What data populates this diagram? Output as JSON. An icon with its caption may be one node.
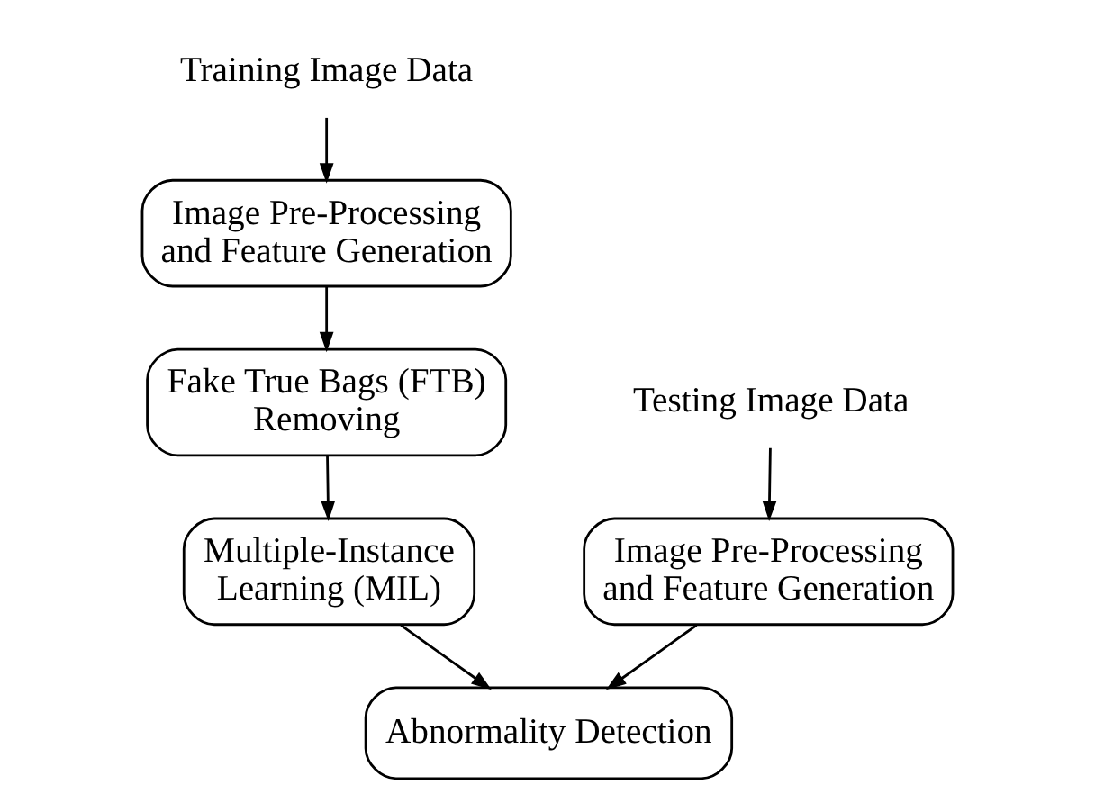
{
  "diagram": {
    "nodes": [
      {
        "text": [
          "Training Image Data"
        ]
      },
      {
        "text": [
          "Testing Image Data"
        ]
      },
      {
        "text": [
          "Image Pre-Processing and Feature Generation"
        ]
      },
      {
        "text": [
          "Image Pre-Processing and Feature Generation"
        ]
      },
      {
        "text": [
          "Fake True Bags (FTB) Removing"
        ]
      },
      {
        "text": [
          "Multiple-Instance Learning (MIL)"
        ]
      },
      {
        "text": [
          "Abnormality Detection"
        ]
      }
    ],
    "edges": [
      {
        "from": 0,
        "to": 2,
        "arrow": "to"
      },
      {
        "from": 2,
        "to": 4,
        "arrow": "to"
      },
      {
        "from": 4,
        "to": 5,
        "arrow": "to"
      },
      {
        "from": 5,
        "to": 6,
        "arrow": "to"
      },
      {
        "from": 1,
        "to": 3,
        "arrow": "to"
      },
      {
        "from": 3,
        "to": 6,
        "arrow": "to"
      }
    ]
  }
}
